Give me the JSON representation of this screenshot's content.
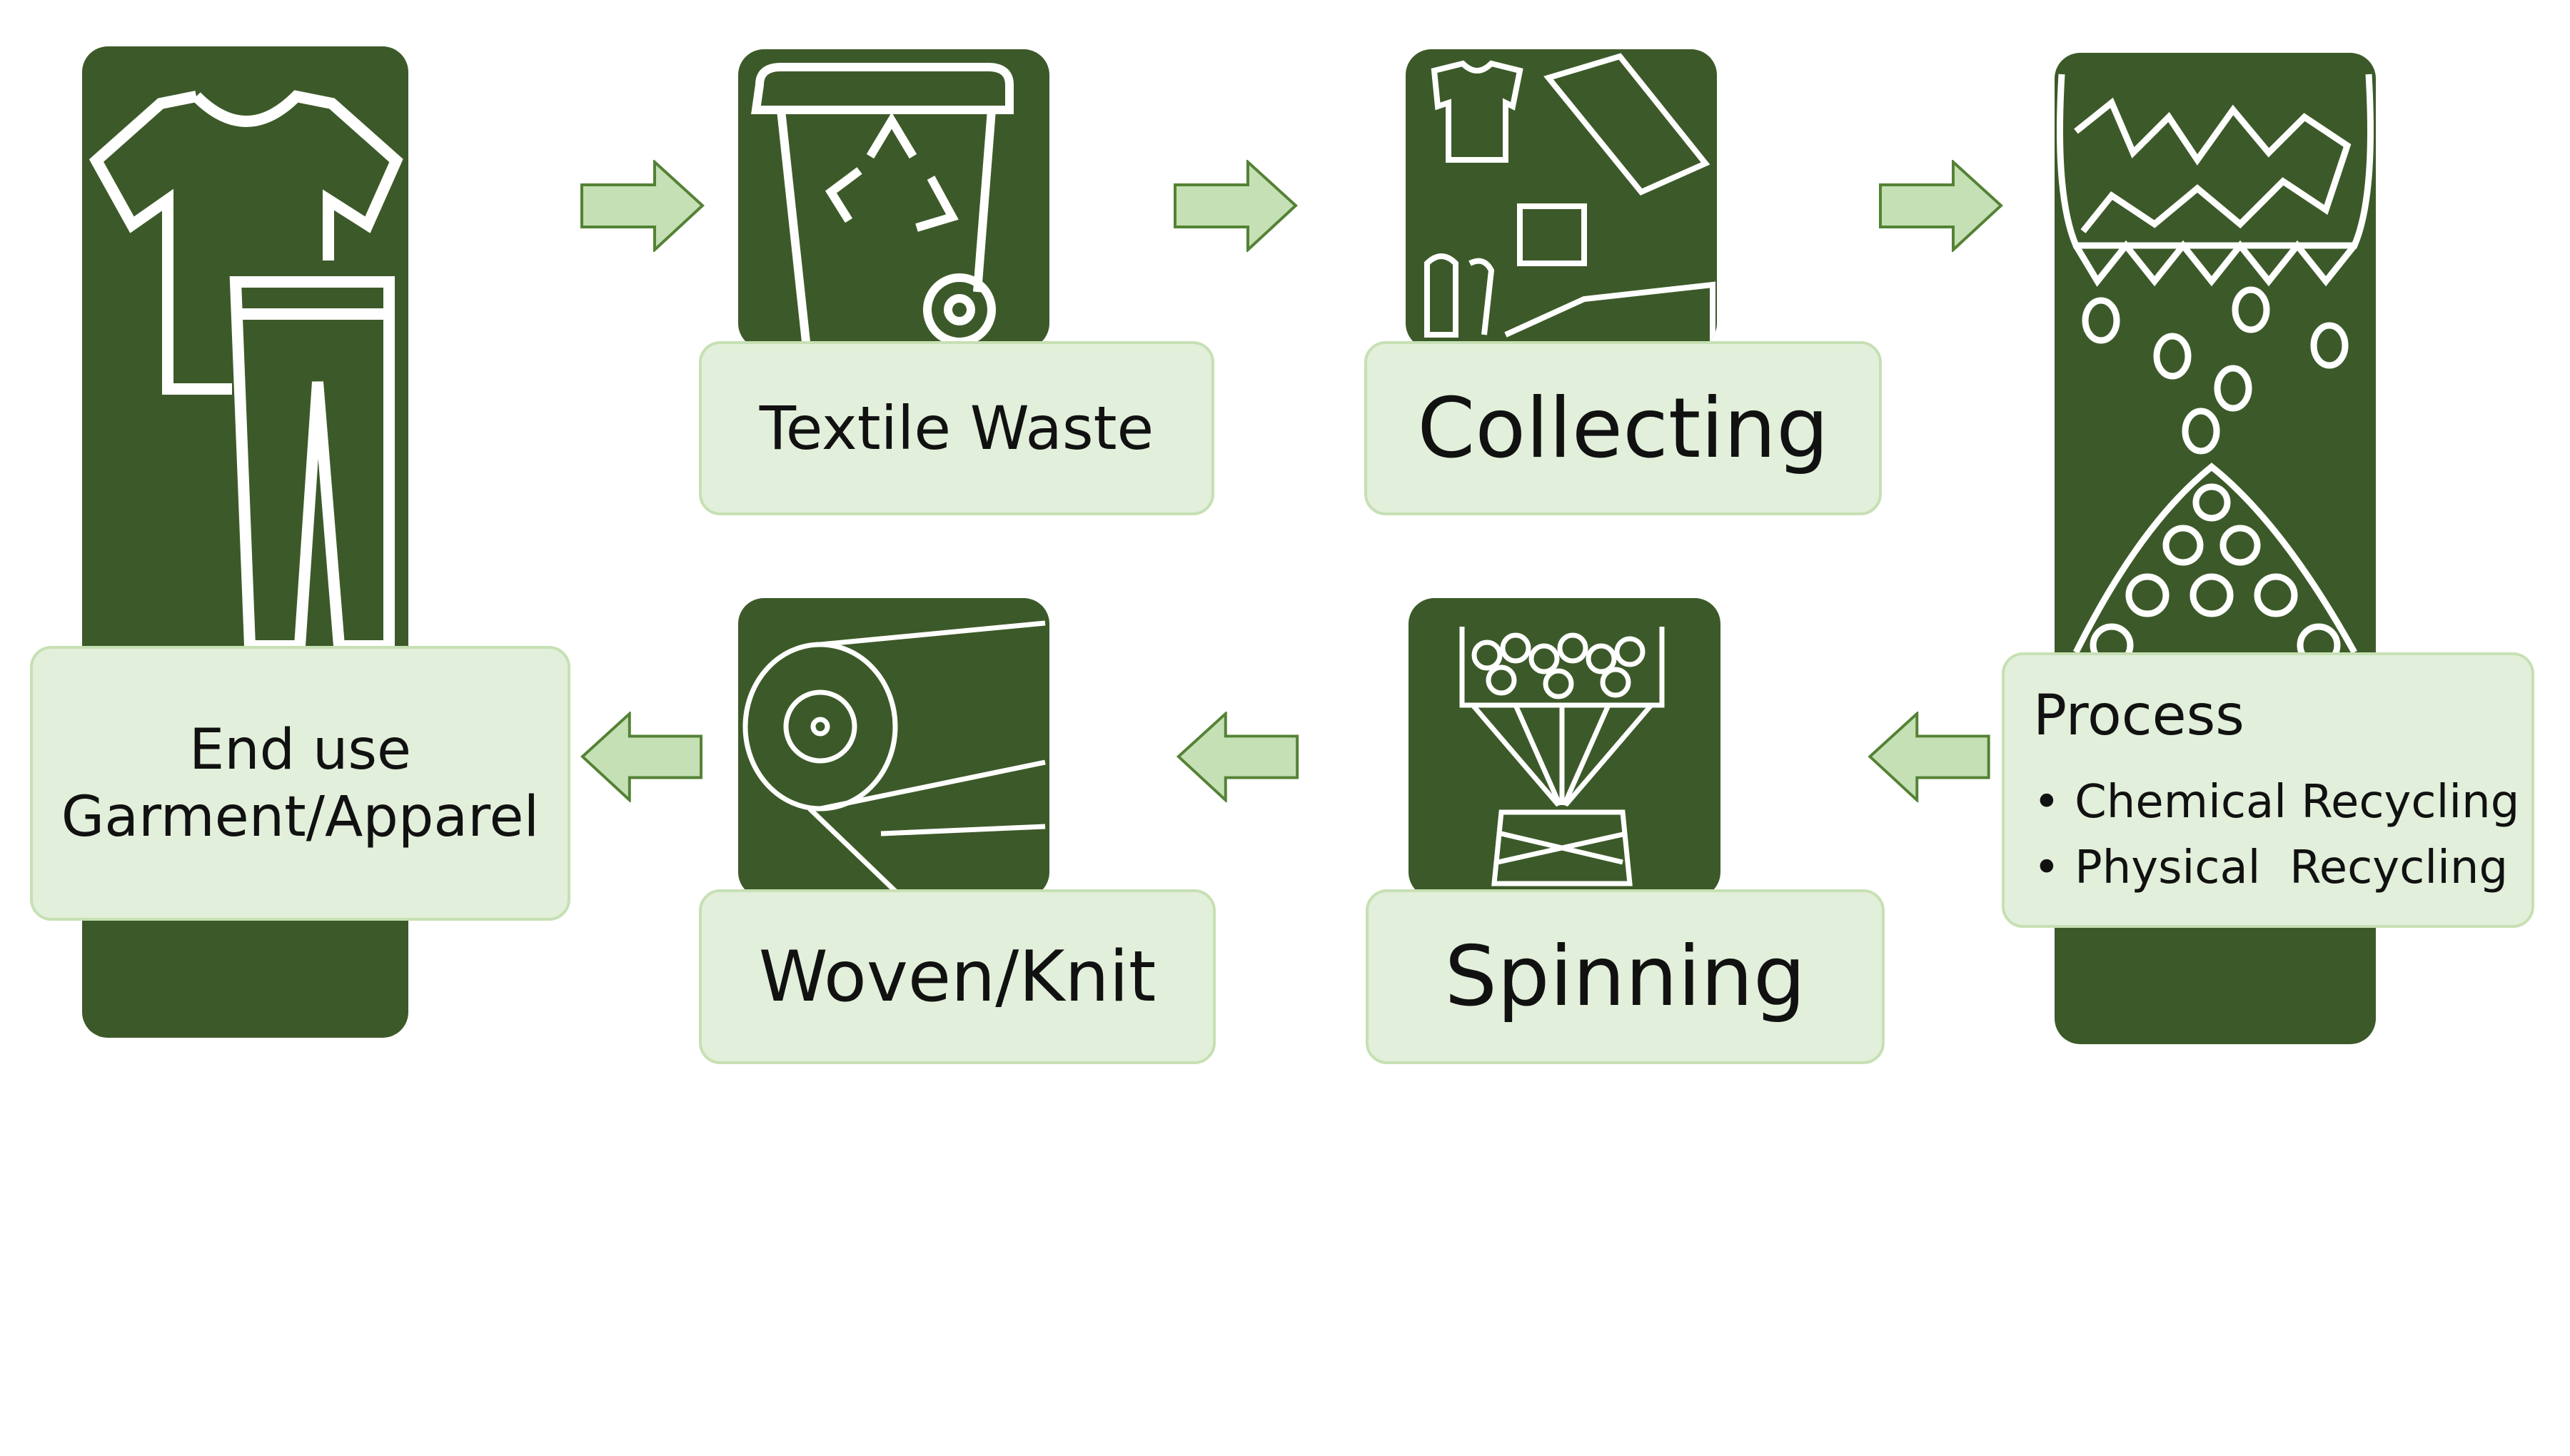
{
  "title": "Textile recycling cycle",
  "colors": {
    "dark_panel": "#3c5a29",
    "label_fill": "#e2efda",
    "label_border": "#c6e0b4",
    "arrow_fill": "#c5e0b4",
    "arrow_stroke": "#548235"
  },
  "steps": {
    "end_use": {
      "line1": "End use",
      "line2": "Garment/Apparel",
      "icon": "clothing-icon"
    },
    "textile_waste": {
      "label": "Textile Waste",
      "icon": "recycle-bin-icon"
    },
    "collecting": {
      "label": "Collecting",
      "icon": "collected-items-icon"
    },
    "process": {
      "label": "Process",
      "bullets": [
        "Chemical Recycling",
        "Physical  Recycling"
      ],
      "icon": "shredding-pellets-icon"
    },
    "spinning": {
      "label": "Spinning",
      "icon": "spinning-yarn-icon"
    },
    "woven_knit": {
      "label": "Woven/Knit",
      "icon": "fabric-roll-icon"
    }
  }
}
